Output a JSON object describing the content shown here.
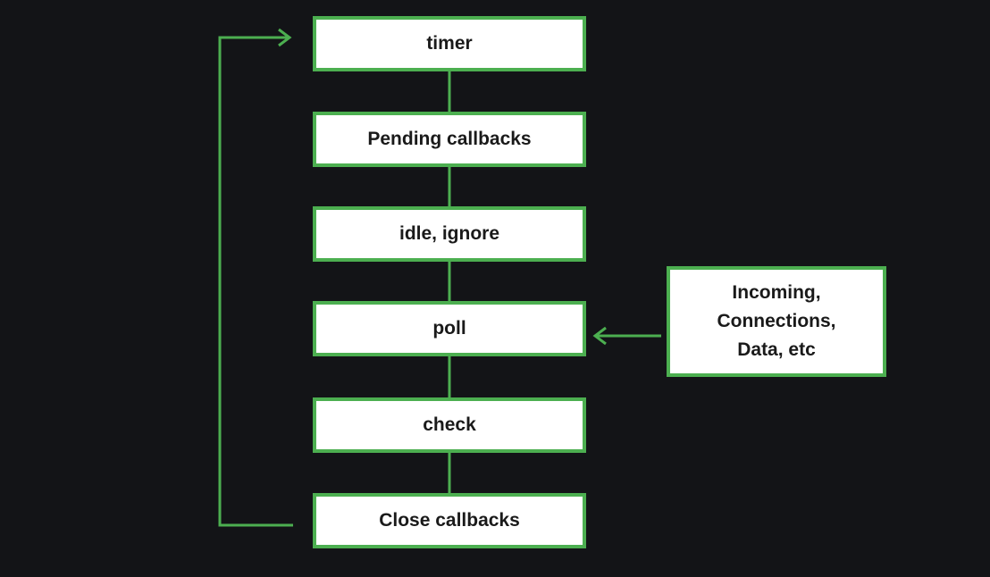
{
  "colors": {
    "background": "#131417",
    "accent": "#4caf50",
    "box_fill": "#ffffff",
    "text": "#1a1a1a"
  },
  "phases": [
    {
      "label": "timer"
    },
    {
      "label": "Pending callbacks"
    },
    {
      "label": "idle, ignore"
    },
    {
      "label": "poll"
    },
    {
      "label": "check"
    },
    {
      "label": "Close callbacks"
    }
  ],
  "input_source": {
    "label": "Incoming,\nConnections,\nData, etc"
  }
}
